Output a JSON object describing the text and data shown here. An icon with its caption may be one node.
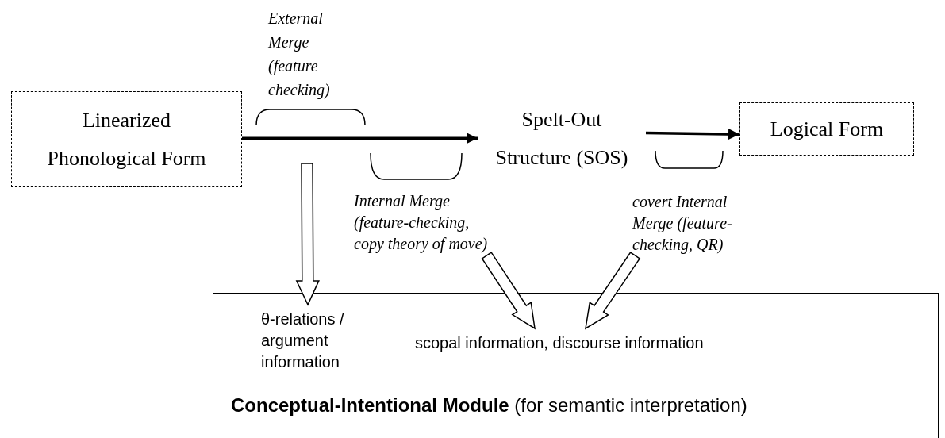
{
  "diagram": {
    "nodes": [
      {
        "text": [
          "Linearized Phonological Form"
        ]
      },
      {
        "text": [
          "Spelt-Out Structure (SOS)"
        ]
      },
      {
        "text": [
          "Logical Form"
        ]
      },
      {
        "text": [
          "**Conceptual-Intentional Module** (for semantic interpretation)"
        ]
      },
      {
        "text": [
          "θ-relations / argument information"
        ],
        "in": 3
      },
      {
        "text": [
          "scopal information, discourse information"
        ],
        "in": 3
      },
      {
        "text": [
          "Internal Merge (feature-checking, copy theory of move)"
        ]
      },
      {
        "text": [
          "covert Internal Merge (feature-checking, QR)"
        ]
      }
    ],
    "edges": [
      {
        "from": 0,
        "to": 1,
        "arrow": "to"
      },
      {
        "from": 1,
        "to": 2,
        "arrow": "to"
      },
      {
        "from": null,
        "to": 4,
        "arrow": "to",
        "style": "thick"
      },
      {
        "from": 6,
        "to": 5,
        "arrow": "to",
        "style": "thick"
      },
      {
        "from": 7,
        "to": 5,
        "arrow": "to",
        "style": "thick"
      }
    ],
    "labels": [
      "External Merge (feature checking)"
    ]
  }
}
